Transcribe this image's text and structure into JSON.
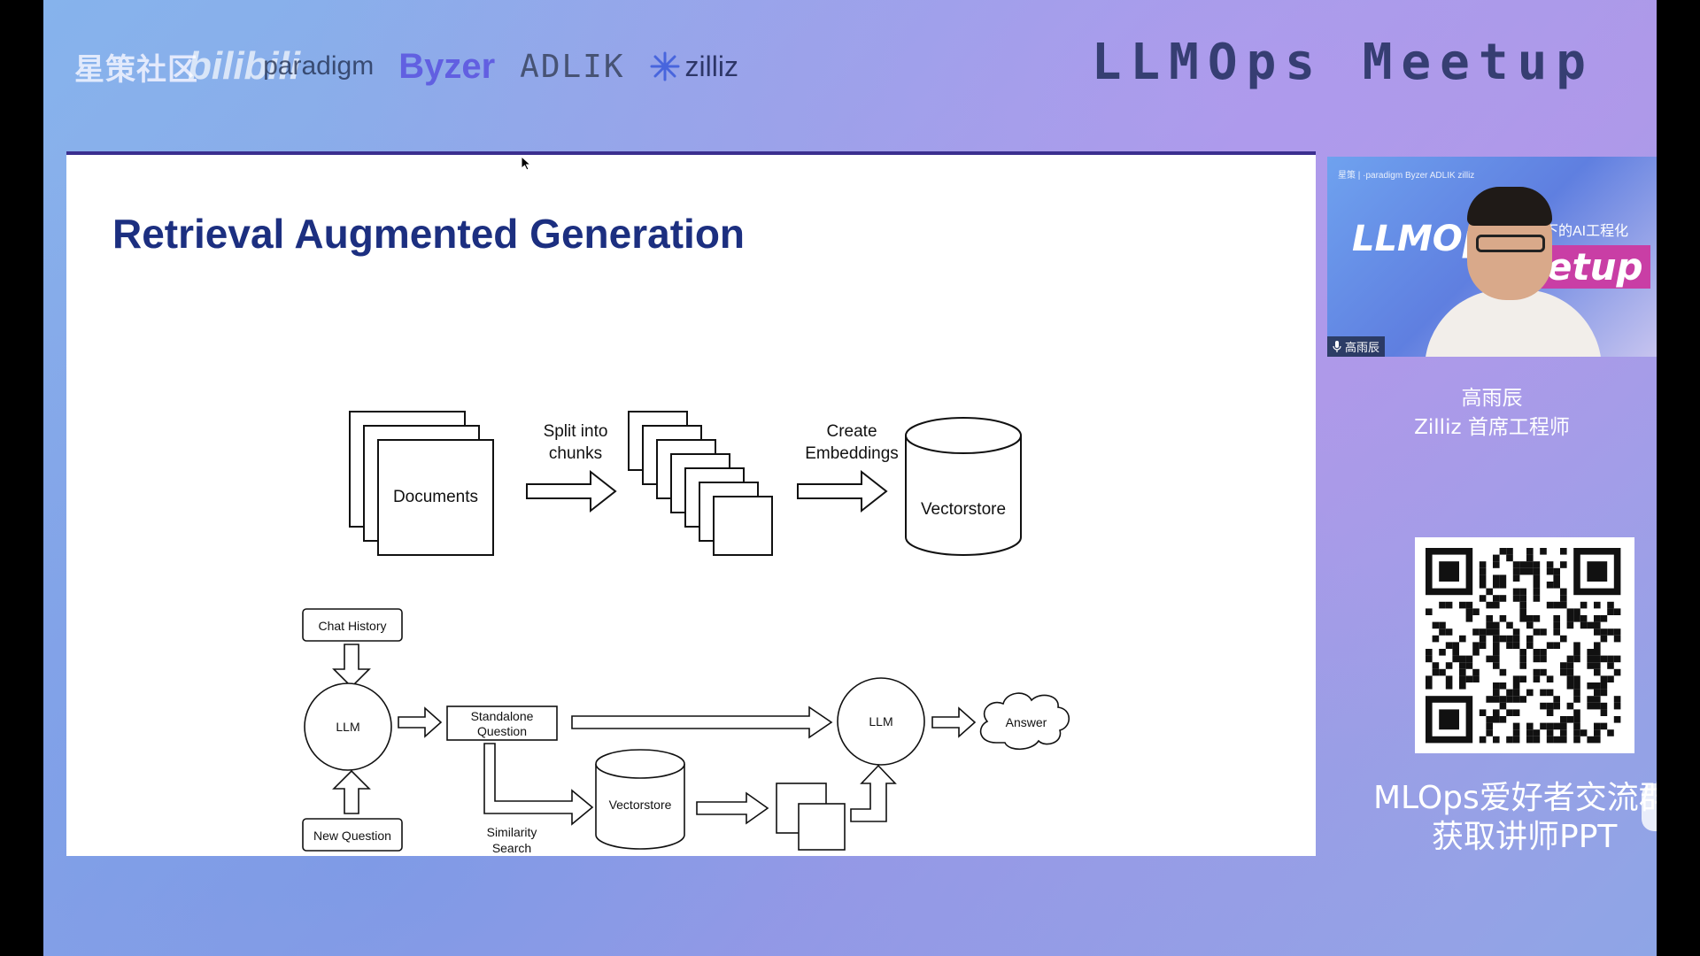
{
  "header": {
    "logos": {
      "xingce": "星策社区",
      "bilibili": "bilibili",
      "paradigm": "paradigm",
      "byzer": "Byzer",
      "adlik": "ADLIK",
      "zilliz": "zilliz"
    },
    "event_title": "LLMOps Meetup"
  },
  "slide": {
    "title": "Retrieval Augmented Generation",
    "top_flow": {
      "documents": "Documents",
      "split_label_line1": "Split into",
      "split_label_line2": "chunks",
      "embed_label_line1": "Create",
      "embed_label_line2": "Embeddings",
      "vectorstore": "Vectorstore"
    },
    "bottom_flow": {
      "chat_history": "Chat History",
      "llm_left": "LLM",
      "new_question": "New Question",
      "standalone_line1": "Standalone",
      "standalone_line2": "Question",
      "vectorstore": "Vectorstore",
      "similarity_line1": "Similarity",
      "similarity_line2": "Search",
      "llm_right": "LLM",
      "answer": "Answer"
    }
  },
  "camera": {
    "bg_title": "LLMOp",
    "bg_title2": "etup",
    "bg_sub": "下的AI工程化",
    "top_logos": "星策 | ·paradigm  Byzer  ADLIK  zilliz",
    "name_tag": "高雨辰"
  },
  "speaker": {
    "name": "高雨辰",
    "title": "Zilliz 首席工程师"
  },
  "qr": {
    "caption_line1": "MLOps爱好者交流群",
    "caption_line2": "获取讲师PPT"
  },
  "colors": {
    "slide_title": "#1c2f80",
    "accent_purple": "#5a53e0"
  }
}
